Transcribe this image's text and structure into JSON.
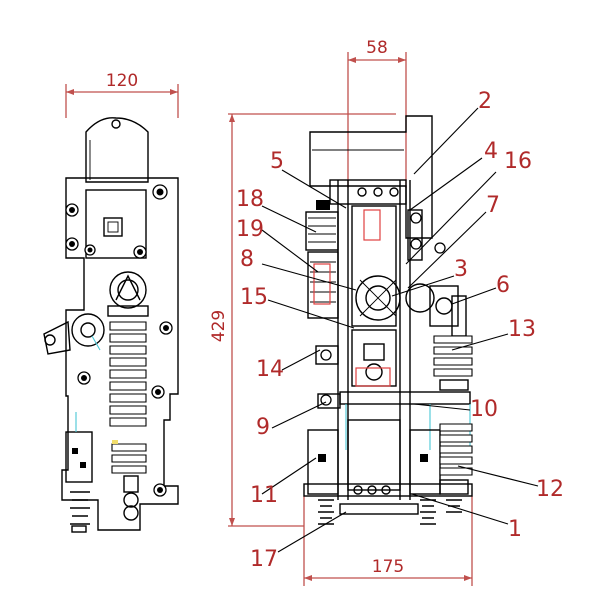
{
  "dimensions": {
    "left_width": "120",
    "top_width": "58",
    "height": "429",
    "bottom_width": "175"
  },
  "callouts": {
    "c1": "1",
    "c2": "2",
    "c3": "3",
    "c4": "4",
    "c5": "5",
    "c6": "6",
    "c7": "7",
    "c8": "8",
    "c9": "9",
    "c10": "10",
    "c11": "11",
    "c12": "12",
    "c13": "13",
    "c14": "14",
    "c15": "15",
    "c16": "16",
    "c17": "17",
    "c18": "18",
    "c19": "19"
  },
  "colors": {
    "dimension": "#c0504d",
    "label": "#b02a2a",
    "ink": "#000000",
    "accent_cyan": "#49c7d6",
    "accent_yellow": "#f2dd6b"
  }
}
